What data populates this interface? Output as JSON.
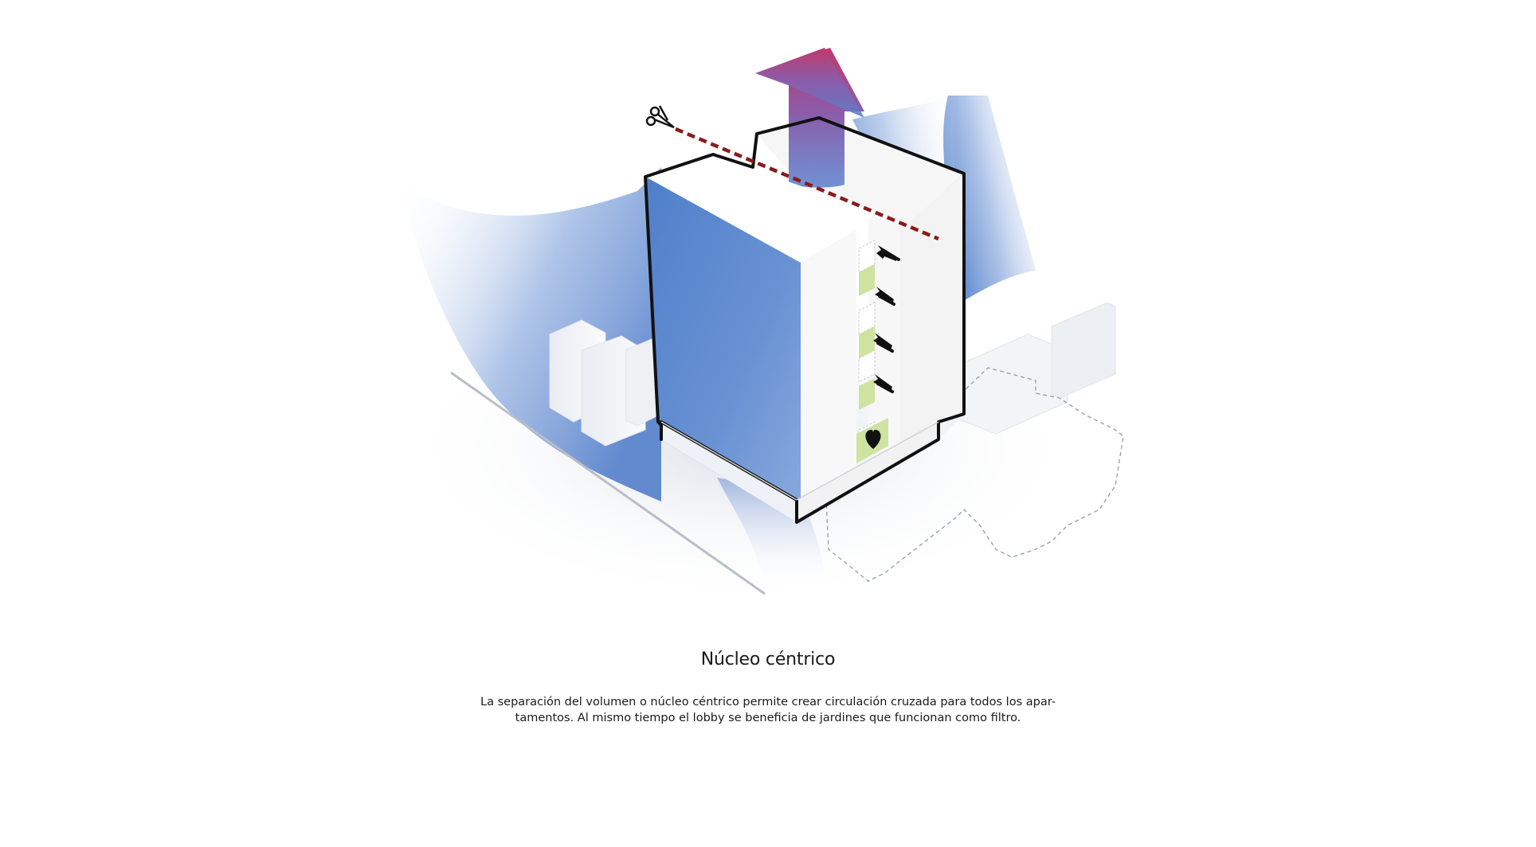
{
  "caption": {
    "title": "Núcleo céntrico",
    "body_line_1": "La separación del volumen o núcleo céntrico permite crear circulación cruzada para todos los apar-",
    "body_line_2": "tamentos. Al mismo tiempo el lobby se beneficia de jardines que funcionan como filtro."
  },
  "colors": {
    "air_flow_blue": "#5b86cc",
    "exhaust_arrow_top": "#c0396b",
    "exhaust_arrow_bottom": "#5a7fcc",
    "cut_line": "#8b1a1a",
    "outline": "#111111",
    "garden": "#cfe3a0",
    "massing": "#f4f4f4"
  },
  "icons": [
    "scissors-icon",
    "heart-icon",
    "airflow-arrow-icon",
    "exhaust-arrow-icon"
  ]
}
